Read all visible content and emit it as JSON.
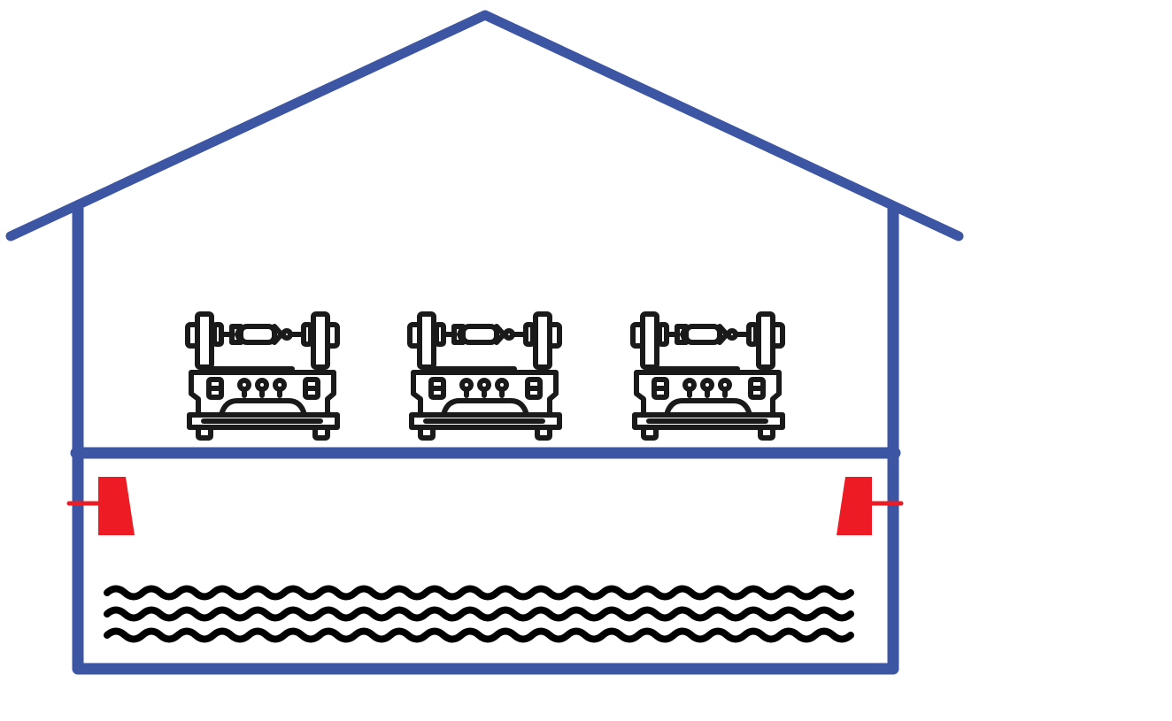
{
  "diagram": {
    "building": {
      "icon": "house-outline",
      "color": "#3d56a3"
    },
    "machines": {
      "icon": "machine-icon",
      "count": 3,
      "color": "#1a1a1a"
    },
    "vents": {
      "icon": "air-inlet-icon",
      "count": 2,
      "color": "#ed1c24"
    },
    "water": {
      "icon": "water-waves-icon",
      "rows": 3,
      "color": "#000000"
    }
  }
}
